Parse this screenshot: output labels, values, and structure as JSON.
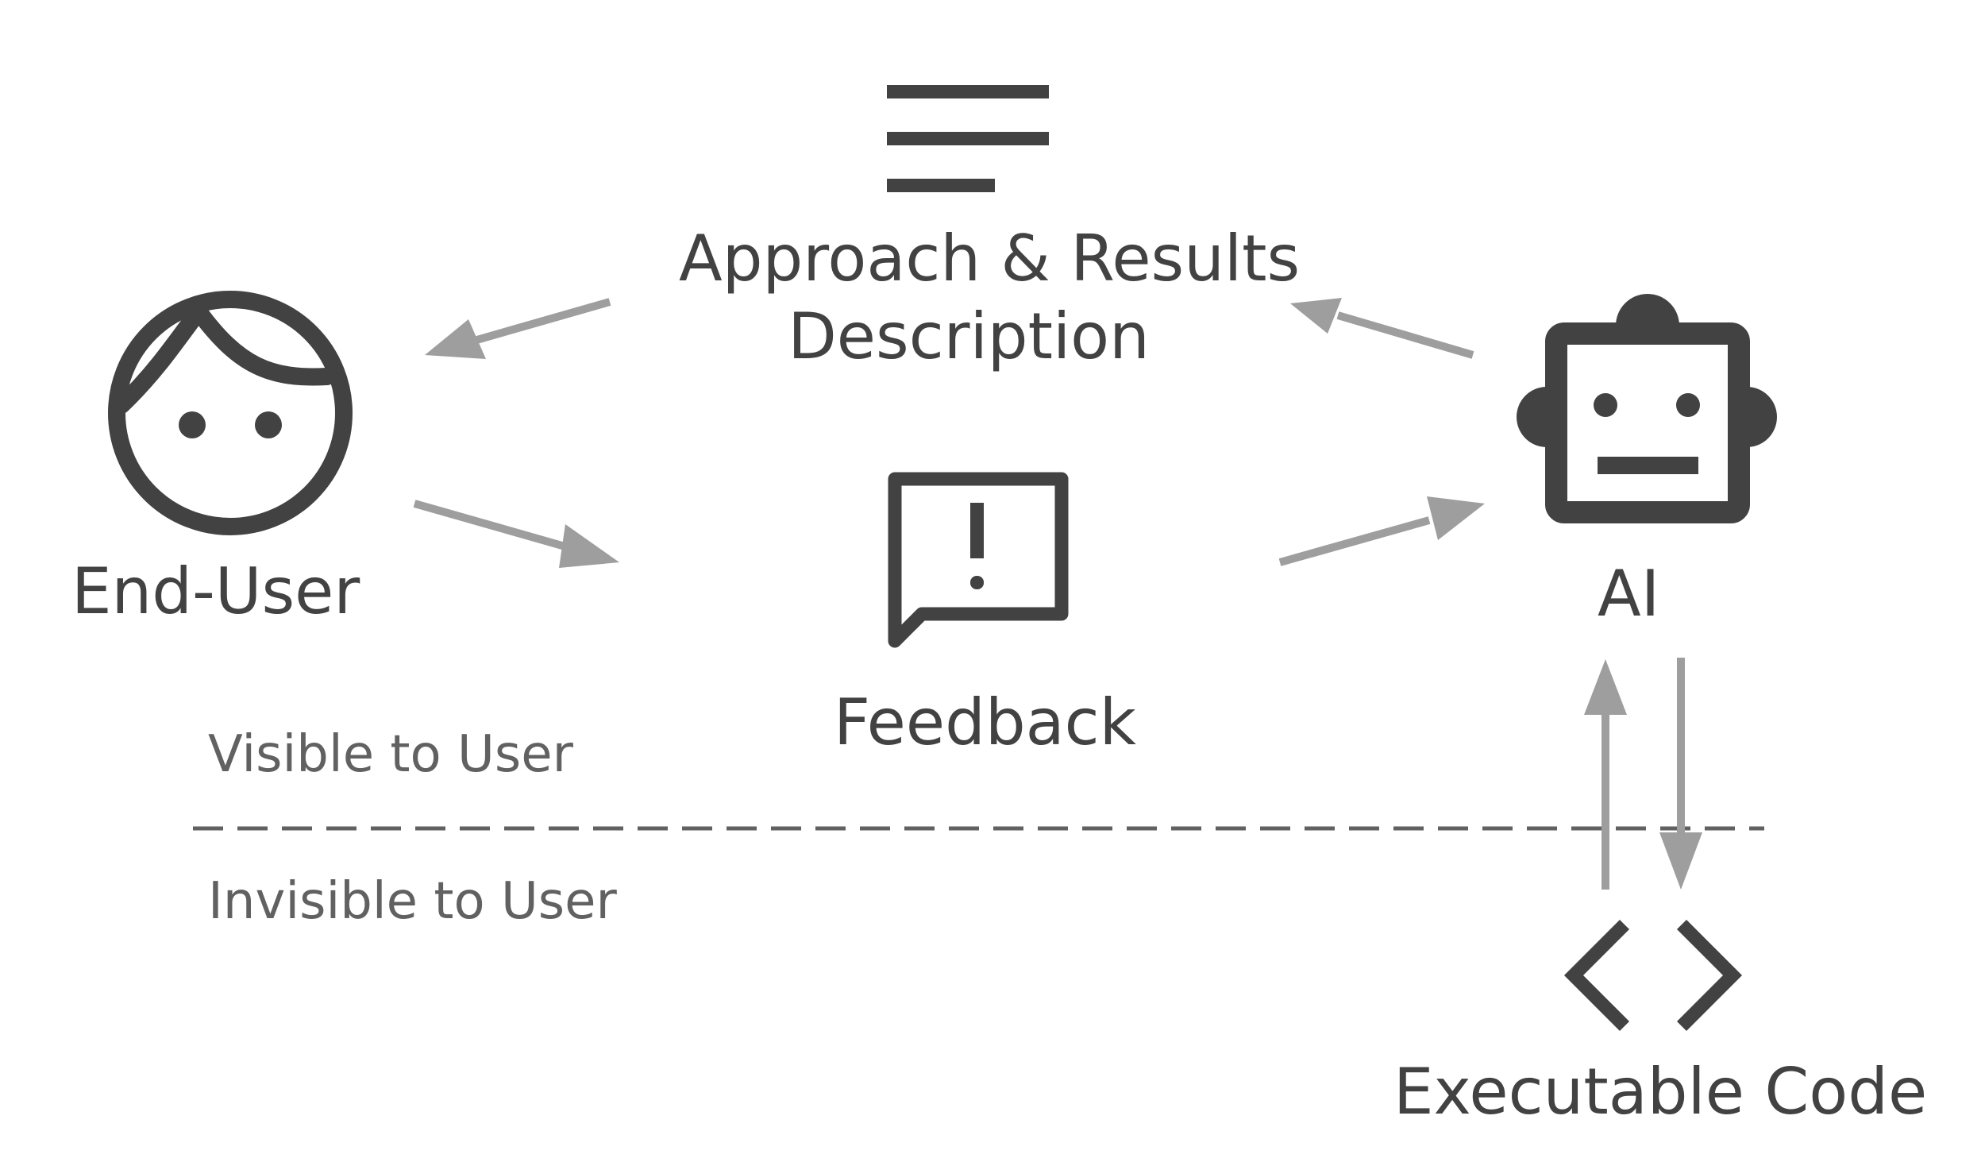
{
  "nodes": {
    "end_user": {
      "label": "End-User",
      "icon": "person-face-icon"
    },
    "description": {
      "line1": "Approach & Results",
      "line2": "Description",
      "icon": "text-lines-icon"
    },
    "feedback": {
      "label": "Feedback",
      "icon": "feedback-alert-icon"
    },
    "ai": {
      "label": "AI",
      "icon": "robot-icon"
    },
    "code": {
      "label": "Executable Code",
      "icon": "code-brackets-icon"
    }
  },
  "zones": {
    "visible": "Visible to User",
    "invisible": "Invisible to User"
  },
  "colors": {
    "icon": "#424242",
    "arrow": "#9e9e9e",
    "divider": "#616161",
    "background": "#ffffff"
  }
}
